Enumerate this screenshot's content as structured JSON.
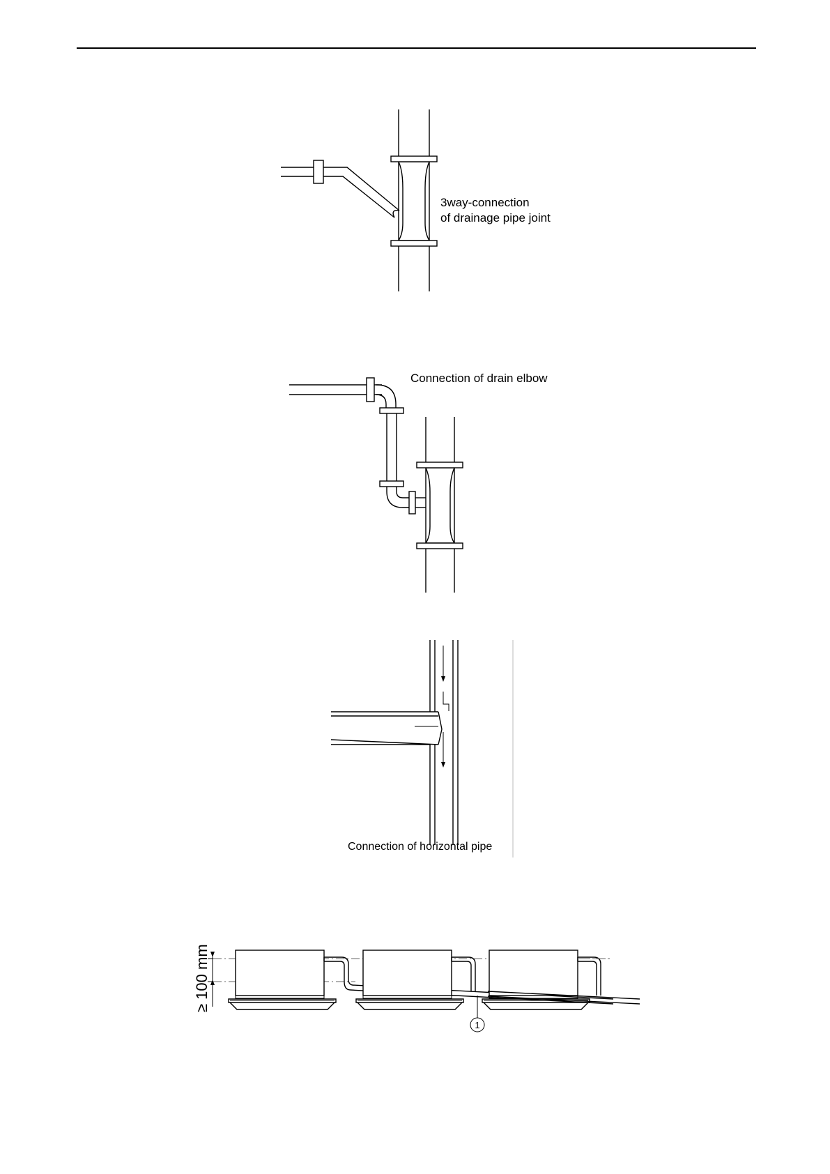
{
  "figures": {
    "three_way": {
      "label_line1": "3way-connection",
      "label_line2": "of drainage pipe joint"
    },
    "drain_elbow": {
      "label": "Connection of drain elbow"
    },
    "horizontal_pipe": {
      "label": "Connection of horizontal pipe"
    },
    "multi_unit": {
      "dimension_label": "≥ 100 mm",
      "callout_number": "1"
    }
  }
}
